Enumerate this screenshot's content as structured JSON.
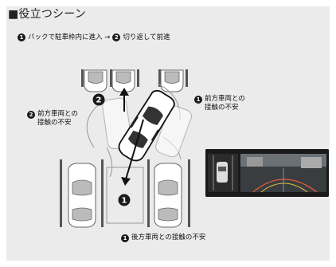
{
  "title": "■役立つシーン",
  "subtitle": {
    "step1": "バックで駐車枠内に進入 → ",
    "step2": "切り返して前進"
  },
  "callout_right": {
    "num": "1",
    "line1": "前方車両との",
    "line2": "接触の不安"
  },
  "callout_left": {
    "num": "2",
    "line1": "前方車両との",
    "line2": "接触の不安"
  },
  "diagram_markers": {
    "forward": "2",
    "reverse": "1"
  },
  "bottom_caption": {
    "num": "1",
    "text": "後方車両との接触の不安"
  },
  "colors": {
    "panel_bg": "#ebebeb",
    "marker": "#1a1a1a"
  }
}
